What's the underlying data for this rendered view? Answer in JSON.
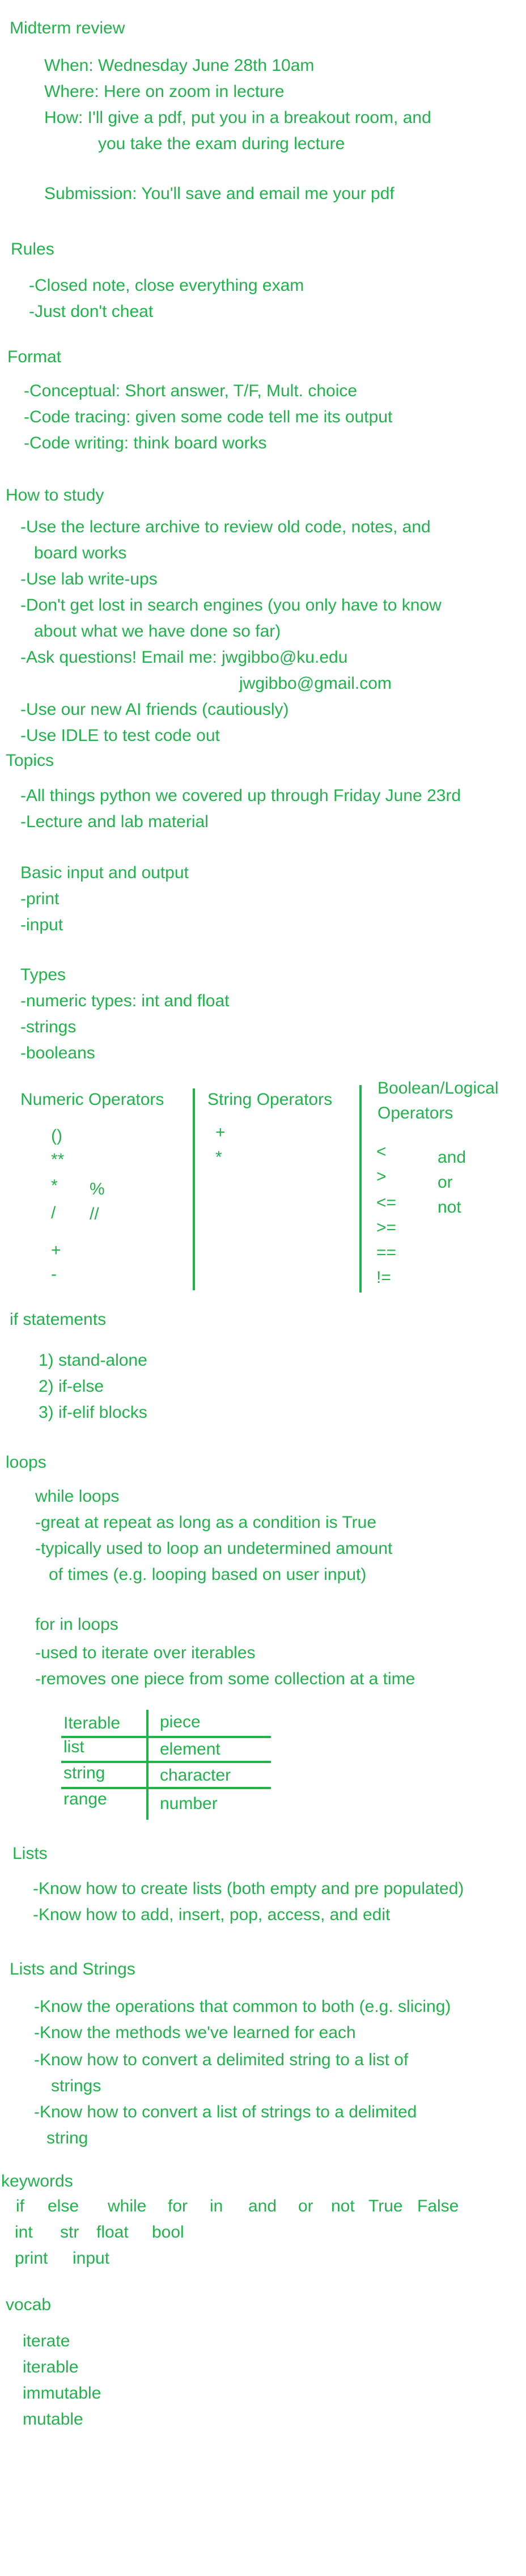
{
  "midterm": {
    "title": "Midterm review",
    "when": "When: Wednesday June 28th 10am",
    "where": "Where: Here on zoom in lecture",
    "how_1": "How: I'll give a pdf, put you in a breakout room, and",
    "how_2": "you take the exam during lecture",
    "submission": "Submission: You'll save and email me your pdf"
  },
  "rules": {
    "title": "Rules",
    "items": [
      "-Closed note, close everything exam",
      "-Just don't cheat"
    ]
  },
  "format": {
    "title": "Format",
    "items": [
      "-Conceptual: Short answer, T/F, Mult. choice",
      "-Code tracing: given some code tell me its output",
      "-Code writing: think board works"
    ]
  },
  "how_to_study": {
    "title": "How to study",
    "lines": [
      "-Use the lecture archive to review old code, notes, and",
      "board works",
      "-Use lab write-ups",
      "-Don't get lost in search engines (you only have to know",
      "about what we have done so far)",
      "-Ask questions! Email me: jwgibbo@ku.edu",
      "jwgibbo@gmail.com",
      "-Use our new AI friends (cautiously)",
      "-Use IDLE to test code out"
    ]
  },
  "topics": {
    "title": "Topics",
    "items": [
      "-All things python we covered up through Friday June 23rd",
      "-Lecture and lab material"
    ],
    "io_title": "Basic input and output",
    "io_items": [
      "-print",
      "-input"
    ],
    "types_title": "Types",
    "types_items": [
      "-numeric types: int and float",
      "-strings",
      "-booleans"
    ]
  },
  "operators": {
    "numeric_title": "Numeric Operators",
    "numeric": [
      "()",
      "**",
      "*",
      "%",
      "/",
      "//",
      "+",
      "-"
    ],
    "string_title": "String Operators",
    "string": [
      "+",
      "*"
    ],
    "boolean_title_1": "Boolean/Logical",
    "boolean_title_2": "Operators",
    "comparison": [
      "<",
      ">",
      "<=",
      ">=",
      "==",
      "!="
    ],
    "logical": [
      "and",
      "or",
      "not"
    ]
  },
  "if_statements": {
    "title": "if statements",
    "items": [
      "1) stand-alone",
      "2) if-else",
      "3) if-elif blocks"
    ]
  },
  "loops": {
    "title": "loops",
    "while_title": "while loops",
    "while_items": [
      "-great at repeat as long as a condition is True",
      "-typically used to loop an undetermined amount",
      "of times (e.g. looping based on user input)"
    ],
    "for_title": "for in loops",
    "for_items": [
      "-used to iterate over iterables",
      "-removes one piece from some collection at a time"
    ],
    "table": {
      "headers": [
        "Iterable",
        "piece"
      ],
      "rows": [
        [
          "list",
          "element"
        ],
        [
          "string",
          "character"
        ],
        [
          "range",
          "number"
        ]
      ]
    }
  },
  "lists": {
    "title": "Lists",
    "items": [
      "-Know how to create lists (both empty and pre populated)",
      "-Know how to add, insert, pop, access, and edit"
    ]
  },
  "lists_strings": {
    "title": "Lists and Strings",
    "lines": [
      "-Know the operations that common to both (e.g. slicing)",
      "-Know the methods we've learned for each",
      "-Know how to convert a delimited string to a list of",
      "strings",
      "-Know how to convert a list of strings to a delimited",
      "string"
    ]
  },
  "keywords": {
    "title": "keywords",
    "row1": [
      "if",
      "else",
      "while",
      "for",
      "in",
      "and",
      "or",
      "not",
      "True",
      "False"
    ],
    "row2": [
      "int",
      "str",
      "float",
      "bool"
    ],
    "row3": [
      "print",
      "input"
    ]
  },
  "vocab": {
    "title": "vocab",
    "items": [
      "iterate",
      "iterable",
      "immutable",
      "mutable"
    ]
  },
  "colors": {
    "ink": "#22b24c"
  }
}
